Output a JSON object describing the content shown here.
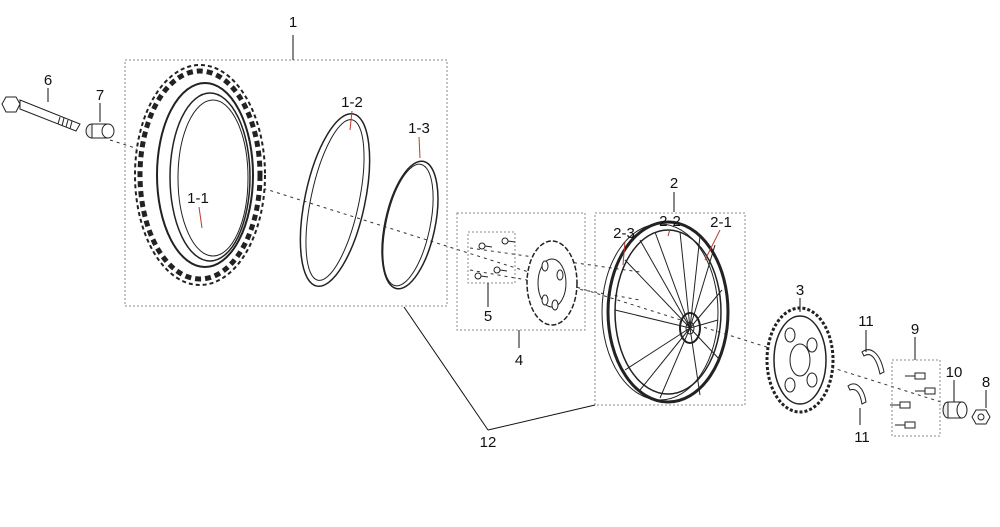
{
  "callouts": {
    "c1": "1",
    "c1_1": "1-1",
    "c1_2": "1-2",
    "c1_3": "1-3",
    "c2": "2",
    "c2_1": "2-1",
    "c2_2": "2-2",
    "c2_3": "2-3",
    "c3": "3",
    "c4": "4",
    "c5": "5",
    "c6": "6",
    "c7": "7",
    "c8": "8",
    "c9": "9",
    "c10": "10",
    "c11_top": "11",
    "c11_bottom": "11",
    "c12": "12"
  },
  "colors": {
    "line": "#111111",
    "leader_accent": "#c0392b",
    "box": "#888888"
  }
}
